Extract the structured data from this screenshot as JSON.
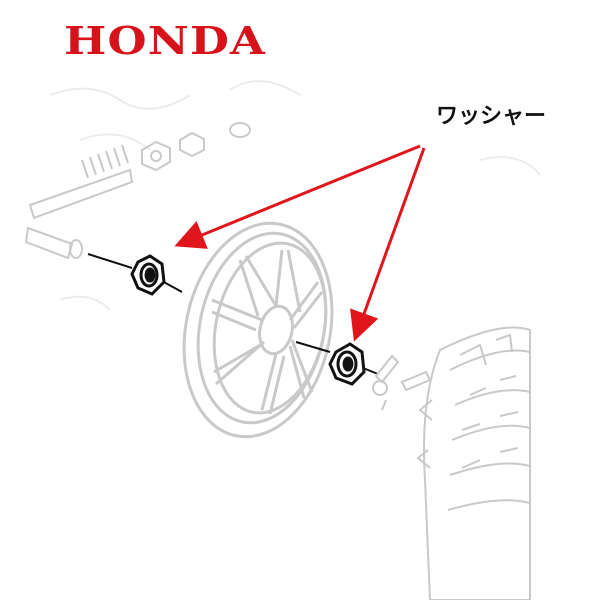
{
  "brand": {
    "name": "HONDA",
    "color": "#d8121a"
  },
  "annotation": {
    "label": "ワッシャー",
    "arrow_color": "#e0161c",
    "targets": [
      "left-washer",
      "right-washer"
    ]
  },
  "diagram": {
    "line_color": "#c9c9c9",
    "highlight_color": "#111111"
  }
}
